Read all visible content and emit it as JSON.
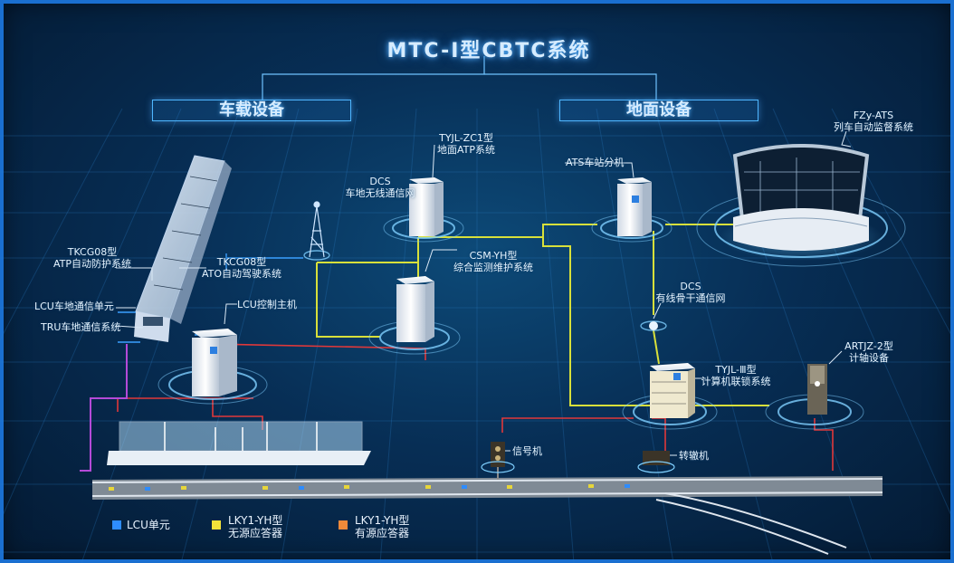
{
  "title": "MTC-I型CBTC系统",
  "category_left": "车载设备",
  "category_right": "地面设备",
  "labels": {
    "tkcg08_atp_line1": "TKCG08型",
    "tkcg08_atp_line2": "ATP自动防护系统",
    "tkcg08_ato_line1": "TKCG08型",
    "tkcg08_ato_line2": "ATO自动驾驶系统",
    "lcu_comm": "LCU车地通信单元",
    "tru_comm": "TRU车地通信系统",
    "dcs_wireless_line1": "DCS",
    "dcs_wireless_line2": "车地无线通信网",
    "tyjl_zc1_line1": "TYJL-ZC1型",
    "tyjl_zc1_line2": "地面ATP系统",
    "ats_station": "ATS车站分机",
    "fzy_ats_line1": "FZy-ATS",
    "fzy_ats_line2": "列车自动监督系统",
    "csm_line1": "CSM-YH型",
    "csm_line2": "综合监测维护系统",
    "lcu_host": "LCU控制主机",
    "dcs_backbone_line1": "DCS",
    "dcs_backbone_line2": "有线骨干通信网",
    "tyjl_iii_line1": "TYJL-Ⅲ型",
    "tyjl_iii_line2": "计算机联锁系统",
    "artjz_line1": "ARTJZ-2型",
    "artjz_line2": "计轴设备",
    "signal": "信号机",
    "switch": "转辙机"
  },
  "legend": [
    {
      "label": "LCU单元",
      "color": "#2e8cff"
    },
    {
      "label_line1": "LKY1-YH型",
      "label_line2": "无源应答器",
      "color": "#f2e23a"
    },
    {
      "label_line1": "LKY1-YH型",
      "label_line2": "有源应答器",
      "color": "#f08a3a"
    }
  ],
  "colors": {
    "wire_yellow": "#d8e03a",
    "wire_red": "#e0383a",
    "wire_blue": "#3aa0ff",
    "wire_purple": "#b44ad8",
    "accent": "#4fb6ff"
  }
}
